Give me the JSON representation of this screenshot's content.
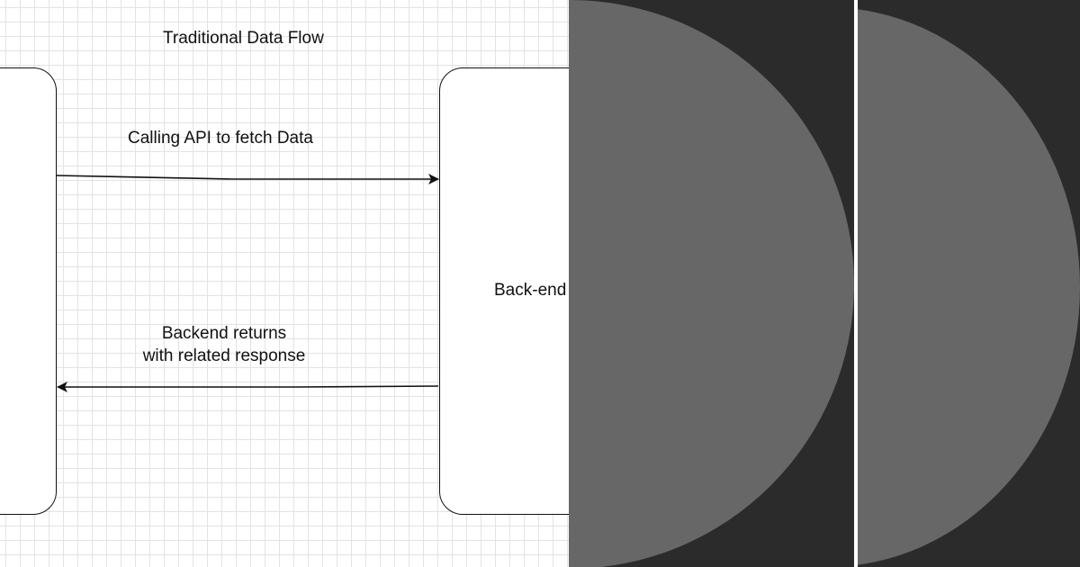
{
  "diagram": {
    "title": "Traditional Data Flow",
    "left_box_label": "",
    "right_box_label": "Back-end",
    "request_arrow_label": "Calling API to fetch Data",
    "response_arrow_label_line1": "Backend returns",
    "response_arrow_label_line2": "with related response"
  },
  "panels": [
    {
      "name": "dark-panel-left",
      "background": "#2b2b2b",
      "shape_color": "#676767"
    },
    {
      "name": "dark-panel-right",
      "background": "#2b2b2b",
      "shape_color": "#676767"
    }
  ],
  "colors": {
    "canvas_background": "#ffffff",
    "grid_line": "#e3e3e3",
    "stroke": "#111111",
    "divider": "#ffffff"
  }
}
